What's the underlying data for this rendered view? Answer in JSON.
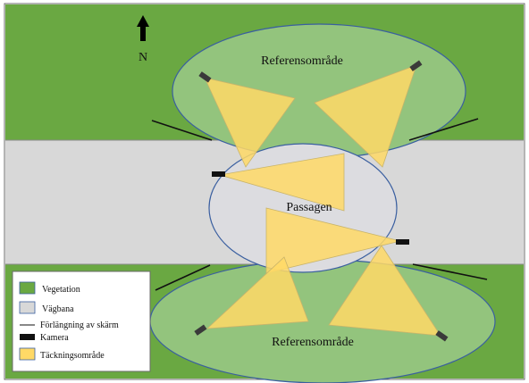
{
  "north": {
    "label": "N"
  },
  "areas": {
    "reference_top": "Referensområde",
    "passage": "Passagen",
    "reference_bottom": "Referensområde"
  },
  "legend": {
    "items": [
      {
        "label": "Vegetation",
        "swatch": "green-box"
      },
      {
        "label": "Vägbana",
        "swatch": "grey-box"
      },
      {
        "label": "Förlängning av skärm",
        "swatch": "line"
      },
      {
        "label": "Kamera",
        "swatch": "camera"
      },
      {
        "label": "Täckningsområde",
        "swatch": "yellow-box"
      }
    ]
  },
  "colors": {
    "vegetation": "#6aa842",
    "road": "#d8d8d8",
    "ellipse_fill_green": "#93c47d",
    "ellipse_fill_grey": "#dcdce0",
    "ellipse_stroke": "#3a5fa0",
    "coverage": "#ffd966",
    "camera": "#3a3a3a",
    "screen_line": "#111111"
  }
}
